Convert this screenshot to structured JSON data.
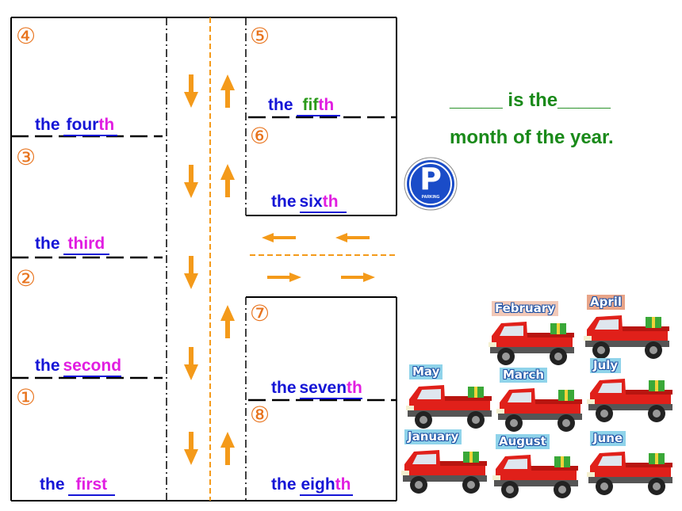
{
  "parking": {
    "letter": "P",
    "sub": "PARKING"
  },
  "sentence": {
    "line1": "_____ is the_____",
    "line2": "month of the year."
  },
  "houses": [
    {
      "num": "④",
      "prefix": "the",
      "stem": "four",
      "suffix": "th"
    },
    {
      "num": "③",
      "prefix": "the",
      "stem": "",
      "suffix": "third"
    },
    {
      "num": "②",
      "prefix": "the",
      "stem": "",
      "suffix": "second"
    },
    {
      "num": "①",
      "prefix": "the",
      "stem": "first",
      "suffix": ""
    },
    {
      "num": "⑤",
      "prefix": "the",
      "stem": "fif",
      "suffix": "th"
    },
    {
      "num": "⑥",
      "prefix": "the",
      "stem": "six",
      "suffix": "th"
    },
    {
      "num": "⑦",
      "prefix": "the",
      "stem": "seven",
      "suffix": "th"
    },
    {
      "num": "⑧",
      "prefix": "the",
      "stem": "eigh",
      "suffix": "th"
    }
  ],
  "trucks": [
    {
      "month": "February",
      "label_color": "#f2c9b8"
    },
    {
      "month": "April",
      "label_color": "#e8a488"
    },
    {
      "month": "May",
      "label_color": "#8fd3ea"
    },
    {
      "month": "March",
      "label_color": "#8fd3ea"
    },
    {
      "month": "July",
      "label_color": "#8fd3ea"
    },
    {
      "month": "January",
      "label_color": "#8fd3ea"
    },
    {
      "month": "August",
      "label_color": "#8fd3ea"
    },
    {
      "month": "June",
      "label_color": "#8fd3ea"
    }
  ],
  "colors": {
    "orange": "#f49a1a",
    "blue": "#1515d6",
    "pink": "#e11ee1",
    "green": "#1a8a1a",
    "truck_red": "#e0201a"
  }
}
